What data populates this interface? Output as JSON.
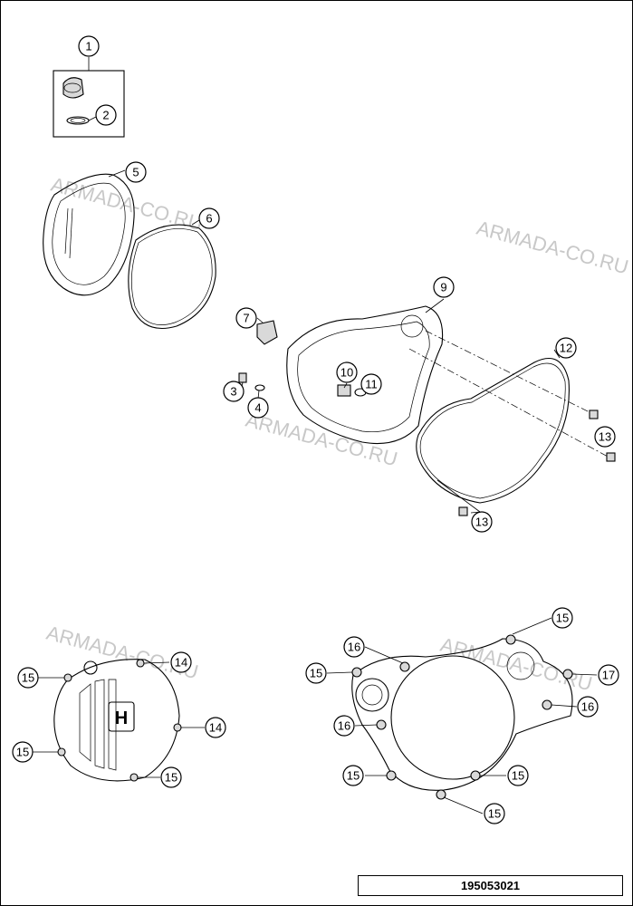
{
  "watermark": "ARMADA-CO.RU",
  "document_number": "195053021",
  "callouts": [
    "1",
    "2",
    "3",
    "4",
    "5",
    "6",
    "7",
    "9",
    "10",
    "11",
    "12",
    "13",
    "14",
    "15",
    "16",
    "17"
  ]
}
